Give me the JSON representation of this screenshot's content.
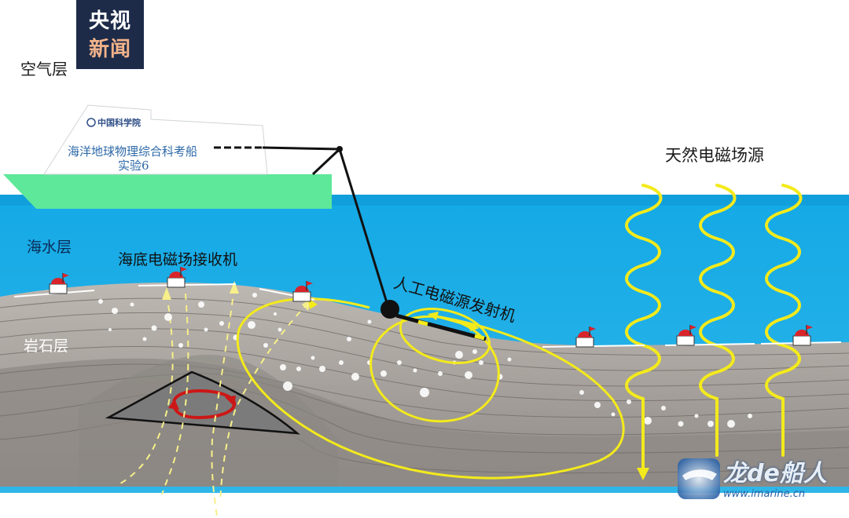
{
  "labels": {
    "air_layer": "空气层",
    "seawater_layer": "海水层",
    "rock_layer": "岩石层",
    "natural_source": "天然电磁场源",
    "seafloor_receiver": "海底电磁场接收机",
    "artificial_transmitter": "人工电磁源发射机"
  },
  "ship": {
    "name": "海洋地球物理综合科考船",
    "subtitle": "实验6",
    "logo_text": "中国科学院"
  },
  "badge": {
    "line1": "央视",
    "line2": "新闻"
  },
  "watermark": {
    "title": "龙de船人",
    "url": "www.imarine.cn"
  },
  "colors": {
    "sea": "#1aa6dc",
    "hull": "#5ee89a",
    "rock": "#9d9894",
    "field_lines": "#f0e622",
    "ore_body": "#7a7a7a"
  }
}
